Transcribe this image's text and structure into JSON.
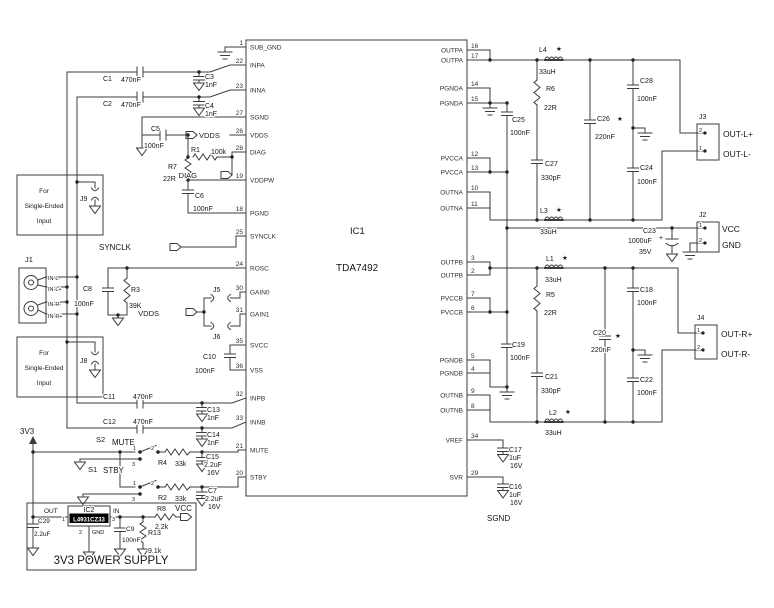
{
  "ic1": {
    "ref": "IC1",
    "part": "TDA7492",
    "left_pins": [
      {
        "num": "1",
        "name": "SUB_GND"
      },
      {
        "num": "22",
        "name": "INPA"
      },
      {
        "num": "23",
        "name": "INNA"
      },
      {
        "num": "27",
        "name": "SGND"
      },
      {
        "num": "26",
        "name": "VDDS"
      },
      {
        "num": "28",
        "name": "DIAG"
      },
      {
        "num": "19",
        "name": "VDDPW"
      },
      {
        "num": "18",
        "name": "PGND"
      },
      {
        "num": "25",
        "name": "SYNCLK"
      },
      {
        "num": "24",
        "name": "ROSC"
      },
      {
        "num": "30",
        "name": "GAIN0"
      },
      {
        "num": "31",
        "name": "GAIN1"
      },
      {
        "num": "35",
        "name": "SVCC"
      },
      {
        "num": "36",
        "name": "VSS"
      },
      {
        "num": "32",
        "name": "INPB"
      },
      {
        "num": "33",
        "name": "INNB"
      },
      {
        "num": "21",
        "name": "MUTE"
      },
      {
        "num": "20",
        "name": "STBY"
      }
    ],
    "right_pins": [
      {
        "num": "16",
        "name": "OUTPA"
      },
      {
        "num": "17",
        "name": "OUTPA"
      },
      {
        "num": "14",
        "name": "PGNDA"
      },
      {
        "num": "15",
        "name": "PGNDA"
      },
      {
        "num": "12",
        "name": "PVCCA"
      },
      {
        "num": "13",
        "name": "PVCCA"
      },
      {
        "num": "10",
        "name": "OUTNA"
      },
      {
        "num": "11",
        "name": "OUTNA"
      },
      {
        "num": "3",
        "name": "OUTPB"
      },
      {
        "num": "2",
        "name": "OUTPB"
      },
      {
        "num": "7",
        "name": "PVCCB"
      },
      {
        "num": "6",
        "name": "PVCCB"
      },
      {
        "num": "5",
        "name": "PGNDB"
      },
      {
        "num": "4",
        "name": "PGNDB"
      },
      {
        "num": "9",
        "name": "OUTNB"
      },
      {
        "num": "8",
        "name": "OUTNB"
      },
      {
        "num": "34",
        "name": "VREF"
      },
      {
        "num": "29",
        "name": "SVR"
      }
    ]
  },
  "ic2": {
    "ref": "IC2",
    "part": "L4931CZ33",
    "out": "OUT",
    "in": "IN",
    "gnd": "GND",
    "n1": "1",
    "n2": "2",
    "n3": "3"
  },
  "psu": {
    "title": "3V3 POWER SUPPLY"
  },
  "caps": {
    "c1": {
      "ref": "C1",
      "val": "470nF"
    },
    "c2": {
      "ref": "C2",
      "val": "470nF"
    },
    "c3": {
      "ref": "C3",
      "val": "1nF"
    },
    "c4": {
      "ref": "C4",
      "val": "1nF"
    },
    "c5": {
      "ref": "C5",
      "val": "100nF"
    },
    "c6": {
      "ref": "C6",
      "val": "100nF"
    },
    "c7": {
      "ref": "C7",
      "val": "2.2uF",
      "v": "16V"
    },
    "c8": {
      "ref": "C8",
      "val": "100nF"
    },
    "c9": {
      "ref": "C9",
      "val": "100nF"
    },
    "c10": {
      "ref": "C10",
      "val": "100nF"
    },
    "c11": {
      "ref": "C11",
      "val": "470nF"
    },
    "c12": {
      "ref": "C12",
      "val": "470nF"
    },
    "c13": {
      "ref": "C13",
      "val": "1nF"
    },
    "c14": {
      "ref": "C14",
      "val": "1nF"
    },
    "c15": {
      "ref": "C15",
      "val": "2.2uF",
      "v": "16V"
    },
    "c16": {
      "ref": "C16",
      "val": "1uF",
      "v": "16V"
    },
    "c17": {
      "ref": "C17",
      "val": "1uF",
      "v": "16V"
    },
    "c18": {
      "ref": "C18",
      "val": "100nF"
    },
    "c19": {
      "ref": "C19",
      "val": "100nF"
    },
    "c20": {
      "ref": "C20",
      "val": "220nF",
      "star": "★"
    },
    "c21": {
      "ref": "C21",
      "val": "330pF"
    },
    "c22": {
      "ref": "C22",
      "val": "100nF"
    },
    "c23": {
      "ref": "C23",
      "val": "1000uF",
      "v": "35V"
    },
    "c24": {
      "ref": "C24",
      "val": "100nF"
    },
    "c25": {
      "ref": "C25",
      "val": "100nF"
    },
    "c26": {
      "ref": "C26",
      "val": "220nF",
      "star": "★"
    },
    "c27": {
      "ref": "C27",
      "val": "330pF"
    },
    "c28": {
      "ref": "C28",
      "val": "100nF"
    },
    "c29": {
      "ref": "C29",
      "val": "2.2uF"
    }
  },
  "res": {
    "r1": {
      "ref": "R1",
      "val": "100k"
    },
    "r2": {
      "ref": "R2",
      "val": "33k"
    },
    "r3": {
      "ref": "R3",
      "val": "39K"
    },
    "r4": {
      "ref": "R4",
      "val": "33k"
    },
    "r5": {
      "ref": "R5",
      "val": "22R"
    },
    "r6": {
      "ref": "R6",
      "val": "22R"
    },
    "r7": {
      "ref": "R7",
      "val": "22R"
    },
    "r8": {
      "ref": "R8",
      "val": "2.2k"
    },
    "r13": {
      "ref": "R13",
      "val": "9.1k"
    }
  },
  "ind": {
    "l1": {
      "ref": "L1",
      "val": "33uH",
      "star": "★"
    },
    "l2": {
      "ref": "L2",
      "val": "33uH",
      "star": "★"
    },
    "l3": {
      "ref": "L3",
      "val": "33uH",
      "star": "★"
    },
    "l4": {
      "ref": "L4",
      "val": "33uH",
      "star": "★"
    }
  },
  "conn": {
    "j1": {
      "ref": "J1",
      "pins": [
        "IN-L-",
        "IN-L+",
        "IN-R-",
        "IN-R+"
      ]
    },
    "j2": {
      "ref": "J2",
      "n1": "1",
      "n2": "2",
      "vcc": "VCC",
      "gnd": "GND"
    },
    "j3": {
      "ref": "J3",
      "n_top": "2",
      "n_bot": "1",
      "out_p": "OUT-L+",
      "out_n": "OUT-L-"
    },
    "j4": {
      "ref": "J4",
      "n_top": "1",
      "n_bot": "2",
      "out_p": "OUT-R+",
      "out_n": "OUT-R-"
    },
    "j5": {
      "ref": "J5"
    },
    "j6": {
      "ref": "J6"
    },
    "j8": {
      "ref": "J8"
    },
    "j9": {
      "ref": "J9"
    }
  },
  "sw": {
    "s1": {
      "ref": "S1",
      "name": "STBY"
    },
    "s2": {
      "ref": "S2",
      "name": "MUTE"
    },
    "n1": "1",
    "n2": "2",
    "n3": "3"
  },
  "nets": {
    "synclk": "SYNCLK",
    "vdds": "VDDS",
    "diag": "DIAG",
    "vcc": "VCC",
    "v3": "3V3",
    "sgnd": "SGND",
    "plus": "+"
  },
  "note": {
    "l1": "For",
    "l2": "Single-Ended",
    "l3": "Input"
  }
}
